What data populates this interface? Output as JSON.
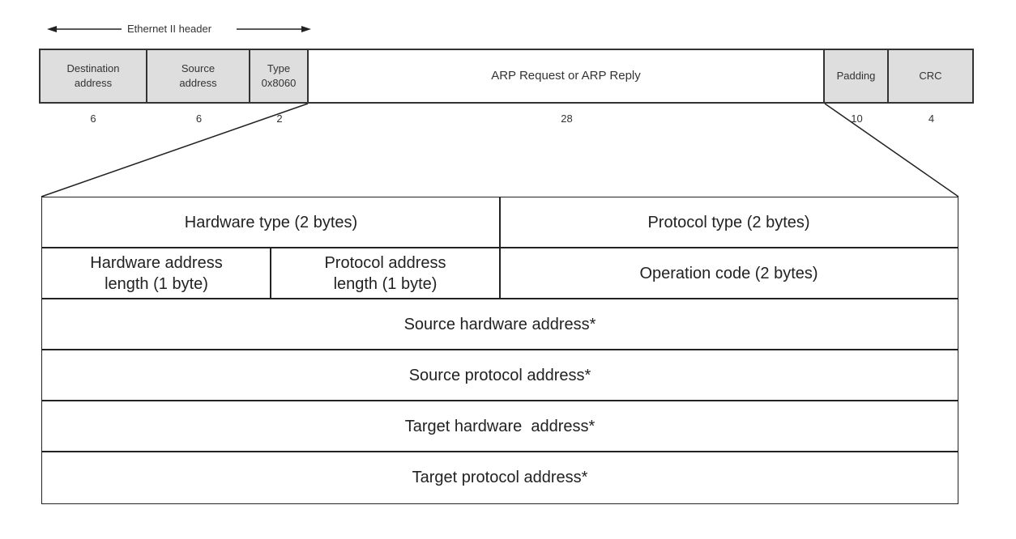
{
  "ethernet_header_label": "Ethernet II header",
  "frame_fields": [
    {
      "id": "dest",
      "line1": "Destination",
      "line2": "address",
      "size": "6"
    },
    {
      "id": "src",
      "line1": "Source",
      "line2": "address",
      "size": "6"
    },
    {
      "id": "type",
      "line1": "Type",
      "line2": "0x8060",
      "size": "2"
    },
    {
      "id": "arp",
      "line1": "ARP Request or ARP Reply",
      "line2": "",
      "size": "28"
    },
    {
      "id": "padding",
      "line1": "Padding",
      "line2": "",
      "size": "10"
    },
    {
      "id": "crc",
      "line1": "CRC",
      "line2": "",
      "size": "4"
    }
  ],
  "arp_fields": {
    "hardware_type": "Hardware type (2 bytes)",
    "protocol_type": "Protocol type (2 bytes)",
    "hw_addr_len_1": "Hardware address",
    "hw_addr_len_2": "length (1 byte)",
    "proto_addr_len_1": "Protocol address",
    "proto_addr_len_2": "length (1 byte)",
    "operation_code": "Operation code (2 bytes)",
    "source_hw_addr": "Source hardware address*",
    "source_proto_addr": "Source protocol address*",
    "target_hw_addr": "Target hardware  address*",
    "target_proto_addr": "Target protocol address*"
  }
}
